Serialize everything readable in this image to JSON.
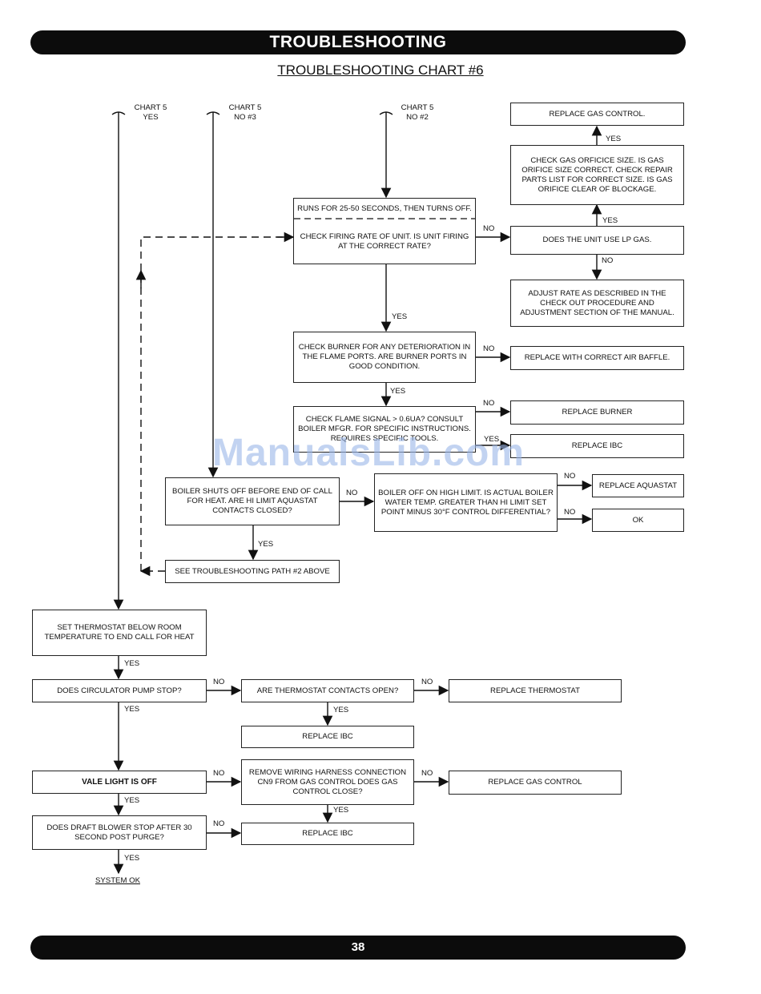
{
  "header": {
    "title": "TROUBLESHOOTING"
  },
  "subtitle": "TROUBLESHOOTING CHART #6",
  "footer": {
    "page_number": "38"
  },
  "watermark": "ManualsLib.com",
  "entries": {
    "chart5_yes": [
      "CHART 5",
      "YES"
    ],
    "chart5_no3": [
      "CHART 5",
      "NO #3"
    ],
    "chart5_no2": [
      "CHART 5",
      "NO #2"
    ]
  },
  "boxes": {
    "runs": "RUNS FOR 25-50 SECONDS, THEN TURNS OFF.",
    "firing": "CHECK FIRING RATE OF UNIT. IS UNIT FIRING AT THE CORRECT RATE?",
    "replace_gas_control_top": "REPLACE GAS CONTROL.",
    "orifice": "CHECK GAS ORFICICE SIZE. IS GAS ORIFICE SIZE CORRECT. CHECK REPAIR PARTS LIST FOR CORRECT SIZE. IS GAS ORIFICE CLEAR OF BLOCKAGE.",
    "lp_gas": "DOES THE UNIT USE LP GAS.",
    "adjust": "ADJUST RATE AS DESCRIBED IN THE CHECK OUT PROCEDURE AND ADJUSTMENT SECTION OF THE MANUAL.",
    "burner": "CHECK BURNER FOR ANY DETERIORATION IN THE FLAME PORTS. ARE BURNER PORTS IN GOOD CONDITION.",
    "air_baffle": "REPLACE WITH CORRECT AIR BAFFLE.",
    "flame": "CHECK FLAME SIGNAL > 0.6uA? CONSULT BOILER MFGR. FOR SPECIFIC INSTRUCTIONS. REQUIRES SPECIFIC TOOLS.",
    "replace_burner": "REPLACE BURNER",
    "replace_ibc_top": "REPLACE IBC",
    "shuts_off": "BOILER SHUTS OFF BEFORE END OF CALL FOR HEAT. ARE HI LIMIT AQUASTAT CONTACTS CLOSED?",
    "high_limit": "BOILER OFF ON HIGH LIMIT. IS ACTUAL BOILER WATER TEMP. GREATER THAN HI LIMIT SET POINT MINUS 30°F CONTROL DIFFERENTIAL?",
    "replace_aquastat": "REPLACE AQUASTAT",
    "ok": "OK",
    "see_path": "SEE TROUBLESHOOTING PATH #2 ABOVE",
    "thermostat_below": "SET THERMOSTAT BELOW ROOM TEMPERATURE TO END CALL FOR HEAT",
    "circ_pump": "DOES CIRCULATOR PUMP STOP?",
    "tstat_contacts": "ARE THERMOSTAT CONTACTS OPEN?",
    "replace_thermostat": "REPLACE THERMOSTAT",
    "replace_ibc_mid": "REPLACE IBC",
    "vale_light": "VALE LIGHT IS OFF",
    "wiring": "REMOVE WIRING HARNESS CONNECTION CN9 FROM GAS CONTROL DOES GAS CONTROL CLOSE?",
    "replace_gas_control_bot": "REPLACE GAS CONTROL",
    "draft_blower": "DOES DRAFT BLOWER STOP AFTER 30 SECOND POST PURGE?",
    "replace_ibc_bot": "REPLACE IBC"
  },
  "labels": {
    "yes": "YES",
    "no": "NO"
  },
  "system_ok": "SYSTEM OK"
}
